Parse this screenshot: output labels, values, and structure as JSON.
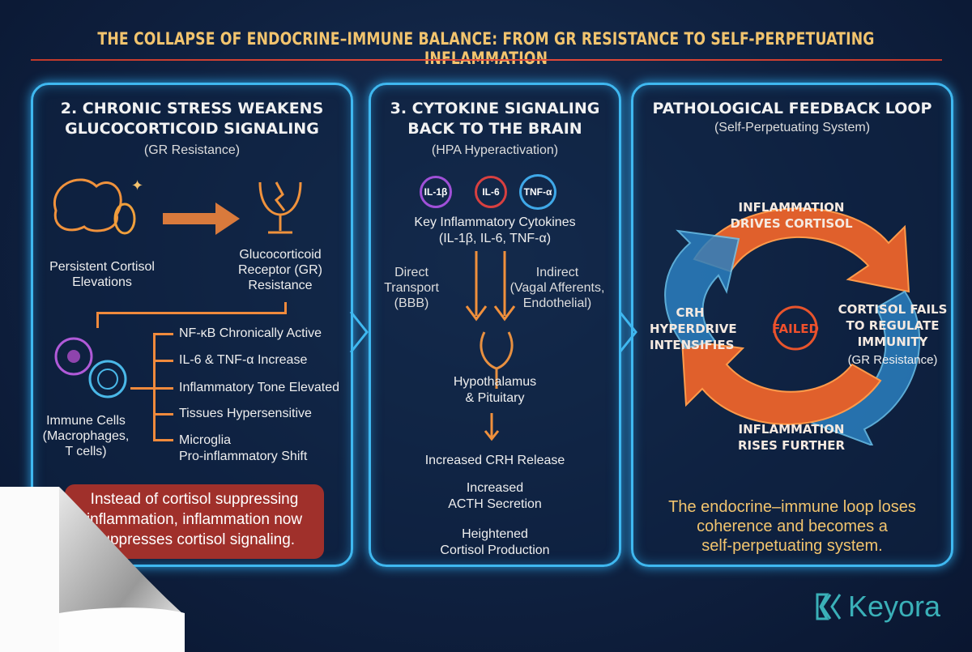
{
  "title": "THE COLLAPSE OF ENDOCRINE–IMMUNE BALANCE: FROM GR RESISTANCE TO SELF-PERPETUATING INFLAMMATION",
  "panel1": {
    "heading1": "2. CHRONIC STRESS WEAKENS",
    "heading2": "GLUCOCORTICOID SIGNALING",
    "sub": "(GR Resistance)",
    "cortisol1": "Persistent Cortisol",
    "cortisol2": "Elevations",
    "gr1": "Glucocorticoid",
    "gr2": "Receptor (GR)",
    "gr3": "Resistance",
    "immune1": "Immune Cells",
    "immune2": "(Macrophages,",
    "immune3": "T cells)",
    "effects": [
      "NF-κB Chronically Active",
      "IL-6 & TNF-α Increase",
      "Inflammatory Tone Elevated",
      "Tissues Hypersensitive",
      "Microglia"
    ],
    "effect5b": "Pro-inflammatory Shift",
    "callout1": "Instead of cortisol suppressing",
    "callout2": "inflammation, inflammation now",
    "callout3": "suppresses cortisol signaling."
  },
  "panel2": {
    "heading1": "3. CYTOKINE SIGNALING",
    "heading2": "BACK TO THE BRAIN",
    "sub": "(HPA Hyperactivation)",
    "cytokines": [
      "IL-1β",
      "IL-6",
      "TNF-α"
    ],
    "key1": "Key Inflammatory Cytokines",
    "key2": "(IL-1β, IL-6, TNF-α)",
    "direct1": "Direct",
    "direct2": "Transport",
    "direct3": "(BBB)",
    "indirect1": "Indirect",
    "indirect2": "(Vagal Afferents,",
    "indirect3": "Endothelial)",
    "hypo1": "Hypothalamus",
    "hypo2": "& Pituitary",
    "crh": "Increased CRH Release",
    "acth1": "Increased",
    "acth2": "ACTH Secretion",
    "cort1": "Heightened",
    "cort2": "Cortisol Production"
  },
  "panel3": {
    "heading": "PATHOLOGICAL FEEDBACK LOOP",
    "sub": "(Self-Perpetuating System)",
    "top1": "INFLAMMATION",
    "top2": "DRIVES CORTISOL",
    "right1": "CORTISOL FAILS",
    "right2": "TO REGULATE",
    "right3": "IMMUNITY",
    "right4": "(GR Resistance)",
    "bottom1": "INFLAMMATION",
    "bottom2": "RISES FURTHER",
    "left1": "CRH",
    "left2": "HYPERDRIVE",
    "left3": "INTENSIFIES",
    "center": "FAILED",
    "summary1": "The endocrine–immune loop loses",
    "summary2": "coherence and becomes a",
    "summary3": "self-perpetuating system."
  },
  "logo": "Keyora",
  "colors": {
    "accent": "#3fb8f0",
    "orange": "#f08a3c",
    "title": "#f2c46e",
    "callout": "#a0302b"
  }
}
